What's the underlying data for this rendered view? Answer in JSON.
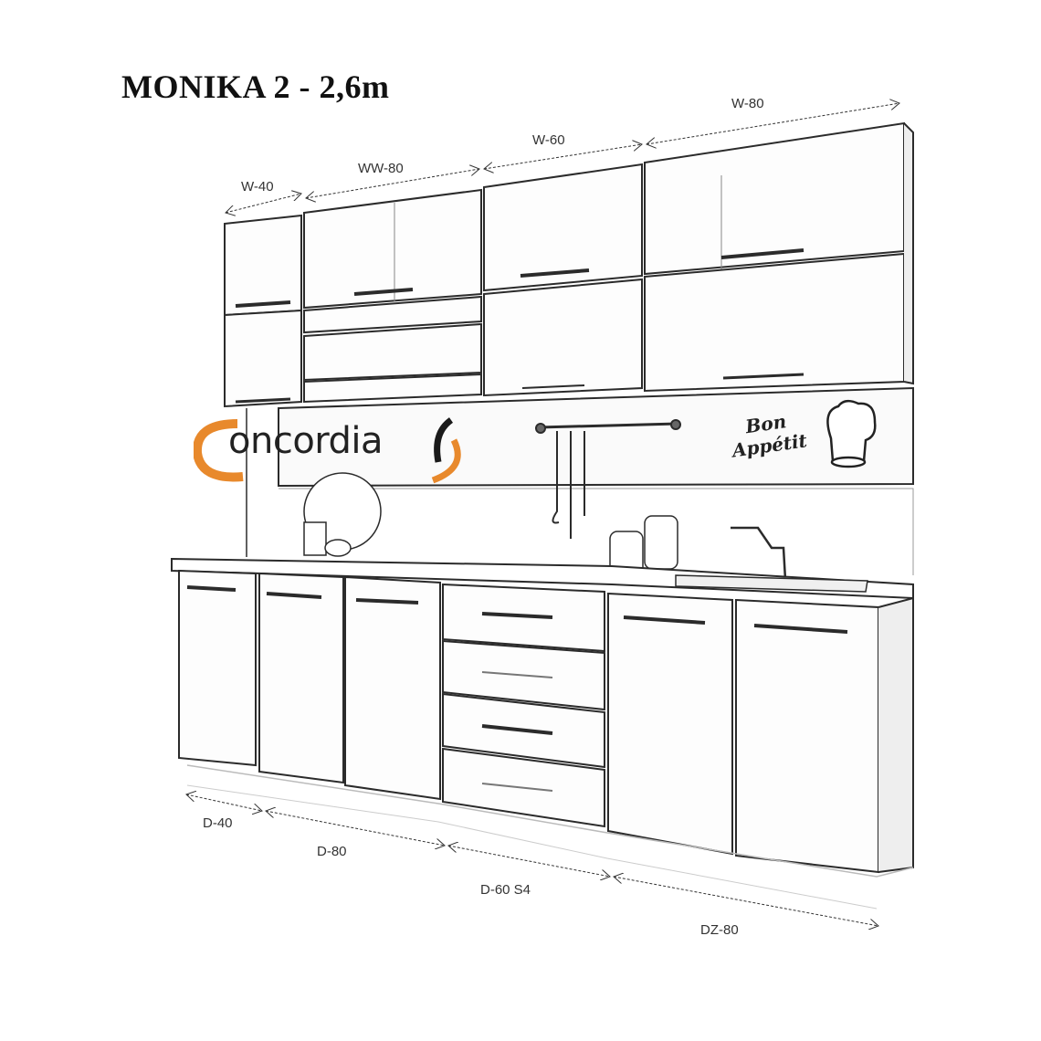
{
  "title": "MONIKA 2 - 2,6m",
  "brand": {
    "logo_text": "oncordia",
    "logo_initial": "C",
    "accent_color": "#e8892c",
    "dark_color": "#1a1a1a"
  },
  "decal": {
    "line1": "Bon",
    "line2": "Appétit",
    "icon": "chef-hat-icon"
  },
  "upper_cabinets": [
    {
      "label": "W-40"
    },
    {
      "label": "WW-80"
    },
    {
      "label": "W-60"
    },
    {
      "label": "W-80"
    }
  ],
  "lower_cabinets": [
    {
      "label": "D-40"
    },
    {
      "label": "D-80"
    },
    {
      "label": "D-60 S4"
    },
    {
      "label": "DZ-80"
    }
  ],
  "colors": {
    "line": "#2b2b2b",
    "light_line": "#9a9a9a",
    "background": "#ffffff"
  }
}
